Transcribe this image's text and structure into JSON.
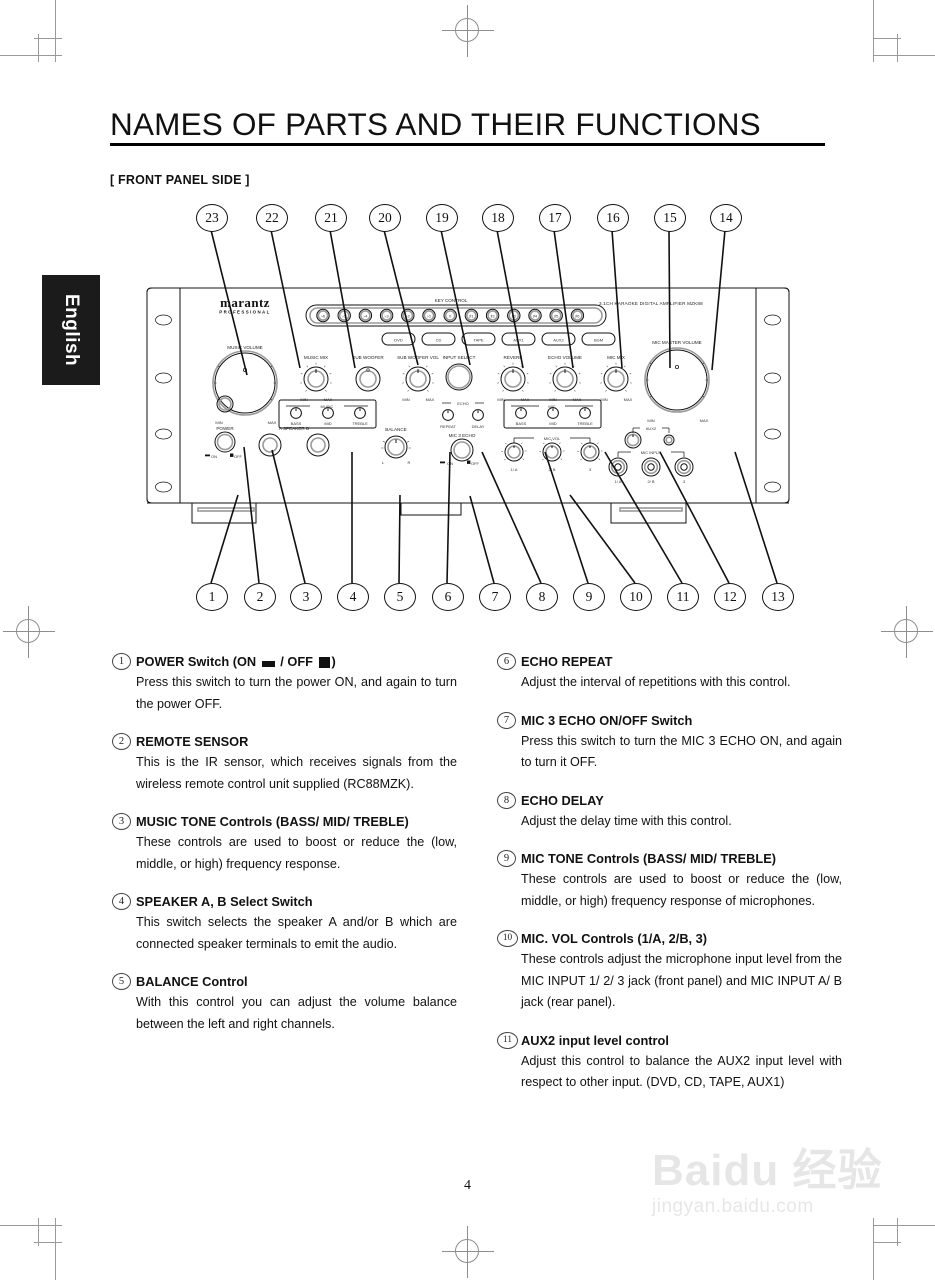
{
  "document": {
    "title": "NAMES OF PARTS AND THEIR FUNCTIONS",
    "subheading": "[ FRONT PANEL SIDE ]",
    "language_tab": "English",
    "page_number": "4"
  },
  "watermark": {
    "brand": "Baidu 经验",
    "url": "jingyan.baidu.com"
  },
  "diagram": {
    "brand": "marantz",
    "brand_sub": "PROFESSIONAL",
    "model_line": "3.1CH KARAOKE DIGITAL AMPLIFIER   MZK88",
    "top_callouts": [
      "23",
      "22",
      "21",
      "20",
      "19",
      "18",
      "17",
      "16",
      "15",
      "14"
    ],
    "bottom_callouts": [
      "1",
      "2",
      "3",
      "4",
      "5",
      "6",
      "7",
      "8",
      "9",
      "10",
      "11",
      "12",
      "13"
    ],
    "key_control_label": "KEY CONTROL",
    "key_control_buttons": [
      "♭6",
      "♭5",
      "♭4",
      "♭3",
      "♭2",
      "♭1",
      "0",
      "♯1",
      "♯2",
      "♯3",
      "♯4",
      "♯5",
      "♯6"
    ],
    "input_buttons": [
      "DVD",
      "CD",
      "TAPE",
      "AUX1",
      "AUX2",
      "BGM"
    ],
    "knob_labels": {
      "music_volume": "MUSIC VOLUME",
      "music_mix": "MUSIC MIX",
      "sub_woofer": "SUB WOOFER",
      "sub_woofer_vol": "SUB WOOFER VOL",
      "input_select": "INPUT SELECT",
      "reverb": "REVERB",
      "echo_volume": "ECHO VOLUME",
      "mic_mix": "MIC MIX",
      "mic_master_volume": "MIC MASTER VOLUME",
      "power": "POWER",
      "power_on": "ON",
      "power_off": "OFF",
      "speaker": "A      SPEAKER      B",
      "balance": "BALANCE",
      "balance_l": "L",
      "balance_r": "R",
      "mic3echo": "MIC 3 ECHO",
      "mic3echo_on": "ON",
      "mic3echo_off": "OFF",
      "min": "MIN",
      "max": "MAX"
    },
    "group_labels": {
      "music_tone": "MUSIC",
      "mic_tone": "MIC",
      "echo": "ECHO",
      "mic_vol": "MIC VOL",
      "mic_input": "MIC INPUT",
      "aux2": "AUX2"
    },
    "tone_bands": [
      "BASS",
      "MID",
      "TREBLE"
    ],
    "echo_controls": [
      "REPEAT",
      "DELAY"
    ],
    "mic_channels": [
      "1/ A",
      "2/ B",
      "3"
    ]
  },
  "items_left": [
    {
      "num": "1",
      "title_pre": "POWER Switch (ON ",
      "title_mid": " / OFF ",
      "title_post": ")",
      "has_switch_glyphs": true,
      "body": "Press this switch to turn the power ON, and again to turn the power OFF."
    },
    {
      "num": "2",
      "title": "REMOTE SENSOR",
      "body": "This is the IR sensor, which receives signals from the wireless remote control unit supplied (RC88MZK)."
    },
    {
      "num": "3",
      "title": "MUSIC TONE Controls (BASS/ MID/ TREBLE)",
      "body": "These controls are used to boost or reduce the (low, middle, or high) frequency response."
    },
    {
      "num": "4",
      "title": "SPEAKER A, B Select Switch",
      "body": "This switch selects the speaker A and/or B which are connected speaker terminals to emit the audio."
    },
    {
      "num": "5",
      "title": "BALANCE Control",
      "body": "With this control you can adjust the volume balance between the left and right channels."
    }
  ],
  "items_right": [
    {
      "num": "6",
      "title": "ECHO REPEAT",
      "body": "Adjust the interval of repetitions with this control."
    },
    {
      "num": "7",
      "title": "MIC 3 ECHO ON/OFF Switch",
      "body": "Press this switch to turn the MIC 3 ECHO ON, and again to turn it OFF."
    },
    {
      "num": "8",
      "title": "ECHO DELAY",
      "body": "Adjust the delay time with this control."
    },
    {
      "num": "9",
      "title": "MIC TONE Controls (BASS/ MID/ TREBLE)",
      "body": "These controls are used to boost or reduce the (low, middle, or high) frequency response of microphones."
    },
    {
      "num": "10",
      "title": "MIC. VOL Controls (1/A, 2/B, 3)",
      "body": "These controls adjust the microphone input level from the MIC INPUT 1/ 2/ 3 jack (front panel) and MIC INPUT A/ B jack (rear panel)."
    },
    {
      "num": "11",
      "title": "AUX2 input level control",
      "body": "Adjust this control to balance the AUX2 input level with respect to other input. (DVD, CD, TAPE, AUX1)"
    }
  ]
}
